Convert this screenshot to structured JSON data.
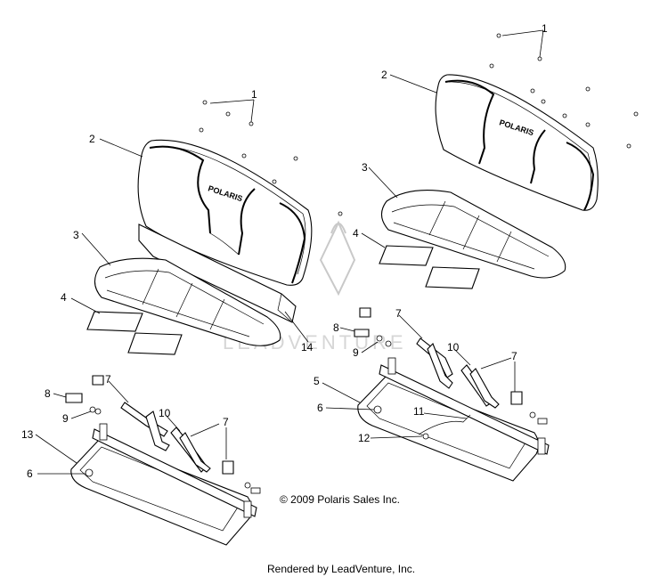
{
  "copyright": "© 2009 Polaris Sales Inc.",
  "rendered_by": "Rendered by LeadVenture, Inc.",
  "watermark": "LEADVENTURE",
  "seat_logo": "POLARIS",
  "callouts": {
    "left_1": "1",
    "left_2": "2",
    "left_3": "3",
    "left_4": "4",
    "left_14": "14",
    "left_8": "8",
    "left_7a": "7",
    "left_9": "9",
    "left_10": "10",
    "left_7b": "7",
    "left_13": "13",
    "left_6": "6",
    "right_1": "1",
    "right_2": "2",
    "right_3": "3",
    "right_4": "4",
    "right_8": "8",
    "right_7a": "7",
    "right_9": "9",
    "right_10": "10",
    "right_7b": "7",
    "right_5": "5",
    "right_6": "6",
    "right_11": "11",
    "right_12": "12"
  }
}
